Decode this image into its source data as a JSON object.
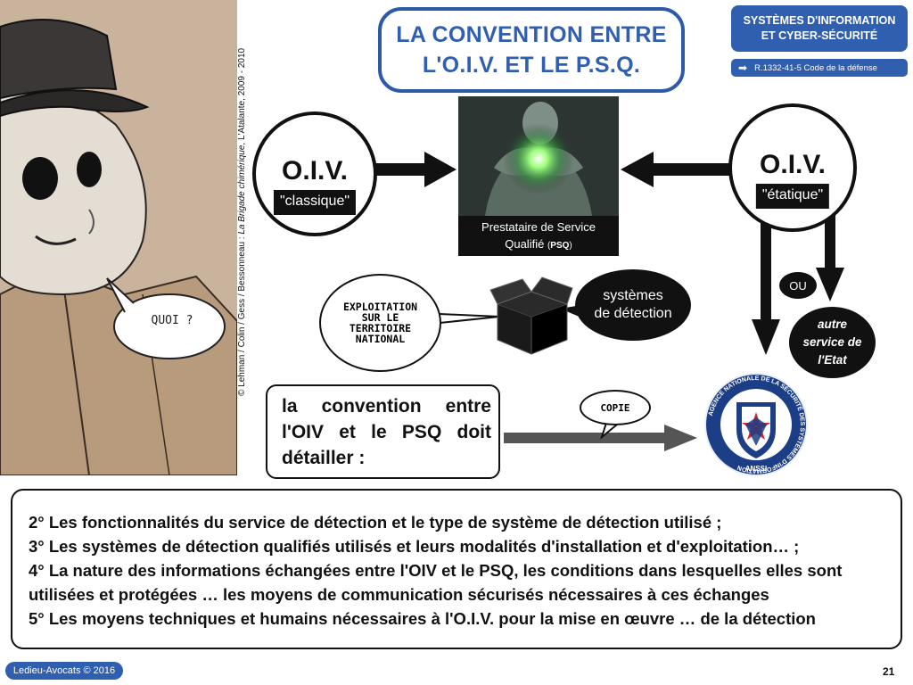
{
  "credit": {
    "prefix": "© Lehman / Colin / Gess / Bessonneau : ",
    "book": "La Brigade chimérique",
    "suffix": ", L'Atalante, 2009 - 2010"
  },
  "comic": {
    "speech": "QUOI ?"
  },
  "title": {
    "line1": "LA CONVENTION ENTRE",
    "line2": "L'O.I.V. ET LE P.S.Q."
  },
  "badge": {
    "line1": "SYSTÈMES D'INFORMATION",
    "line2": "ET CYBER-SÉCURITÉ"
  },
  "reference": "R.1332-41-5 Code de la défense",
  "oiv_left": {
    "label": "O.I.V.",
    "tag": "\"classique\""
  },
  "oiv_right": {
    "label": "O.I.V.",
    "tag": "\"étatique\""
  },
  "psq": {
    "line1": "Prestataire de Service",
    "line2": "Qualifié",
    "abbr_open": "(",
    "abbr": "PSQ",
    "abbr_close": ")"
  },
  "exploitation": {
    "line1": "EXPLOITATION",
    "line2": "SUR LE",
    "line3": "TERRITOIRE",
    "line4": "NATIONAL"
  },
  "systemes": {
    "line1": "systèmes",
    "line2": "de détection"
  },
  "ou": "OU",
  "autre": {
    "line1": "autre",
    "line2": "service de",
    "line3": "l'Etat"
  },
  "convention": {
    "line1": "la convention entre",
    "line2": "l'OIV et le PSQ doit",
    "line3": "détailler :"
  },
  "copie": "COPIE",
  "anssi": {
    "ring_text": "AGENCE NATIONALE DE LA SÉCURITÉ DES SYSTÈMES D'INFORMATION",
    "label": "ANSSI"
  },
  "items": [
    "2° Les fonctionnalités du service de détection et le type de système de détection utilisé ;",
    "3° Les systèmes de détection qualifiés utilisés et leurs modalités d'installation et d'exploitation… ;",
    "4° La nature des informations échangées entre l'OIV et le PSQ, les conditions dans lesquelles elles sont",
    "utilisées et protégées … les moyens de communication sécurisés nécessaires à ces échanges",
    "5° Les moyens techniques et humains nécessaires à l'O.I.V. pour la mise en œuvre … de la détection"
  ],
  "footer": "Ledieu-Avocats © 2016",
  "page_number": "21",
  "colors": {
    "accent_blue": "#2f5fae",
    "dark": "#111111",
    "anssi_red": "#d6262e",
    "anssi_navy": "#1c3e86"
  }
}
